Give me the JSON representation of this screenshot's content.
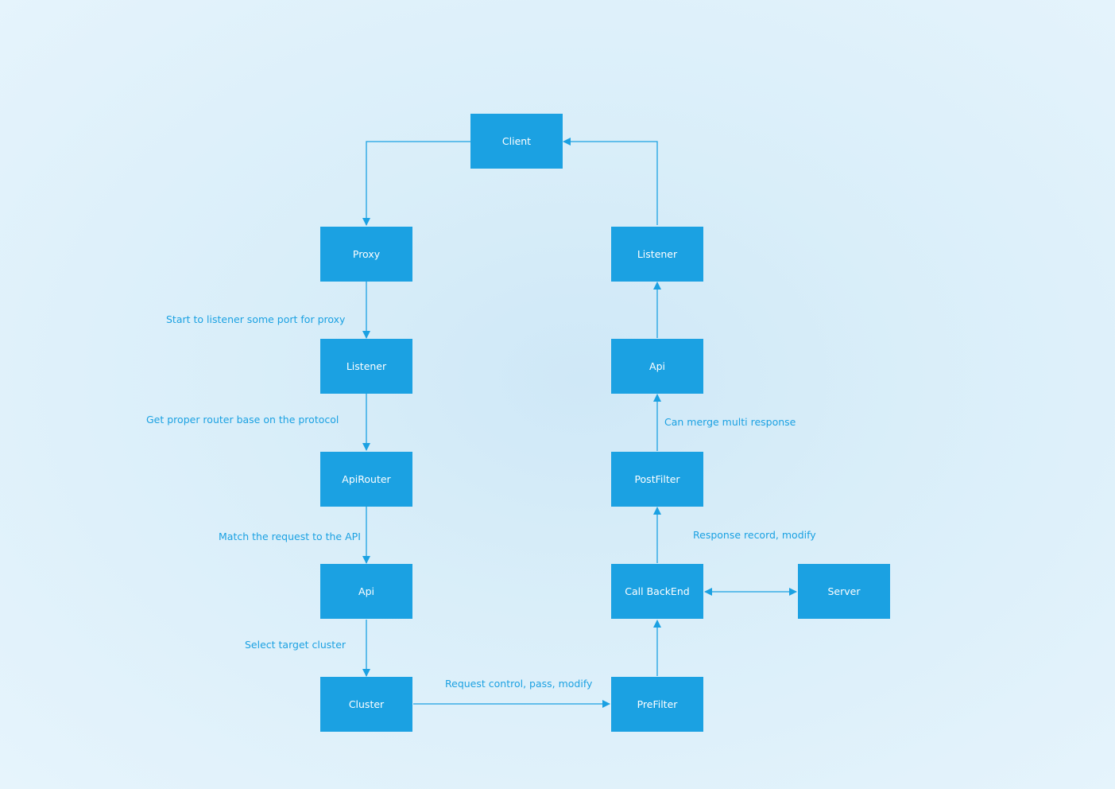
{
  "nodes": {
    "client": "Client",
    "proxy": "Proxy",
    "listener_left": "Listener",
    "apirouter": "ApiRouter",
    "api_left": "Api",
    "cluster": "Cluster",
    "prefilter": "PreFilter",
    "call_backend": "Call BackEnd",
    "server": "Server",
    "postfilter": "PostFilter",
    "api_right": "Api",
    "listener_right": "Listener"
  },
  "edge_labels": {
    "proxy_to_listener": "Start to listener some port for proxy",
    "listener_to_apirouter": "Get proper router base on the protocol",
    "apirouter_to_api": "Match the request to the API",
    "api_to_cluster": "Select target cluster",
    "cluster_to_prefilter": "Request control, pass, modify",
    "backend_to_postfilter": "Response record, modify",
    "postfilter_to_api": "Can merge multi response"
  },
  "colors": {
    "node_fill": "#1ba1e2",
    "node_text": "#ffffff",
    "edge": "#1ba1e2",
    "label_text": "#1ba1e2",
    "background": "#dcf0fa"
  }
}
